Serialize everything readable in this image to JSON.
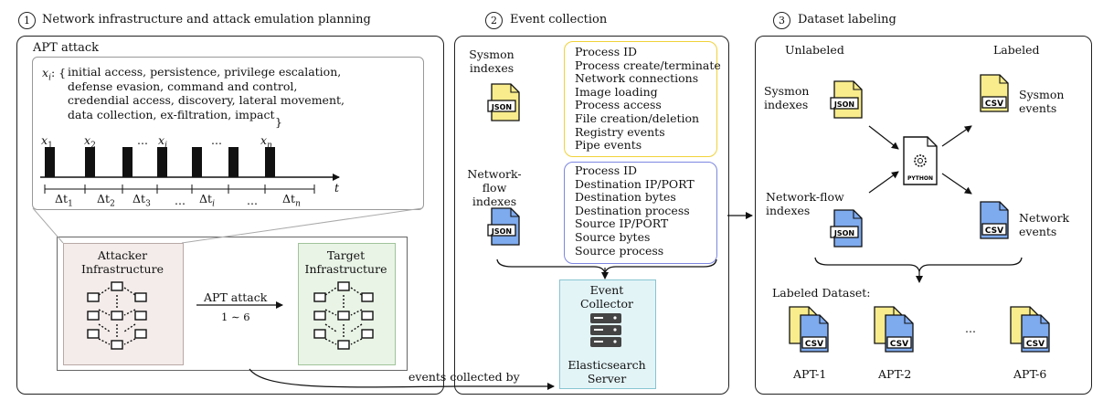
{
  "sections": [
    {
      "number": "1",
      "title": "Network infrastructure and attack emulation planning"
    },
    {
      "number": "2",
      "title": "Event collection"
    },
    {
      "number": "3",
      "title": "Dataset labeling"
    }
  ],
  "apt_box": {
    "title": "APT attack",
    "var": "x",
    "var_sub": "i",
    "set_lines": [
      "initial access, persistence, privilege escalation,",
      "defense evasion, command and control,",
      "credendial access, discovery, lateral movement,",
      "data collection, ex-filtration, impact"
    ],
    "close_brace": "}",
    "x_labels": [
      "x",
      "1",
      "x",
      "2",
      "...",
      "x",
      "i",
      "...",
      "x",
      "n"
    ],
    "dt_labels": [
      "Δt",
      "1",
      "Δt",
      "2",
      "Δt",
      "3",
      "...",
      "Δt",
      "i",
      "...",
      "Δt",
      "n"
    ],
    "axis_label": "t"
  },
  "infra": {
    "attacker": [
      "Attacker",
      "Infrastructure"
    ],
    "target": [
      "Target",
      "Infrastructure"
    ],
    "arrow_top": "APT attack",
    "arrow_bottom": "1 ∼ 6"
  },
  "collection": {
    "sysmon_label": [
      "Sysmon",
      "indexes"
    ],
    "netflow_label": [
      "Network-flow",
      "indexes"
    ],
    "json_text": "JSON",
    "sysmon_fields": [
      "Process ID",
      "Process create/terminate",
      "Network connections",
      "Image loading",
      "Process access",
      "File creation/deletion",
      "Registry events",
      "Pipe events"
    ],
    "netflow_fields": [
      "Process ID",
      "Destination IP/PORT",
      "Destination bytes",
      "Destination process",
      "Source IP/PORT",
      "Source bytes",
      "Source process"
    ],
    "collector": [
      "Event",
      "Collector"
    ],
    "server": [
      "Elasticsearch",
      "Server"
    ],
    "events_collected_by": "events collected by"
  },
  "labeling": {
    "unlabeled": "Unlabeled",
    "labeled": "Labeled",
    "sysmon_label": [
      "Sysmon",
      "indexes"
    ],
    "netflow_label": [
      "Network-flow",
      "indexes"
    ],
    "sysmon_events": [
      "Sysmon",
      "events"
    ],
    "network_events": [
      "Network",
      "events"
    ],
    "python_text": "PYTHON",
    "json_text": "JSON",
    "csv_text": "CSV",
    "labeled_dataset": "Labeled Dataset:",
    "apt_labels": [
      "APT-1",
      "APT-2",
      "...",
      "APT-6"
    ]
  },
  "colors": {
    "yellow_fill": "#f8ec8c",
    "blue_fill": "#7eaaee",
    "sysmon_border": "#f0d23a",
    "netflow_border": "#7c86e0",
    "attacker_bg": "#f3ecea",
    "target_bg": "#e9f4e6",
    "collector_bg": "#e3f4f7",
    "collector_border": "#88c4d0"
  }
}
